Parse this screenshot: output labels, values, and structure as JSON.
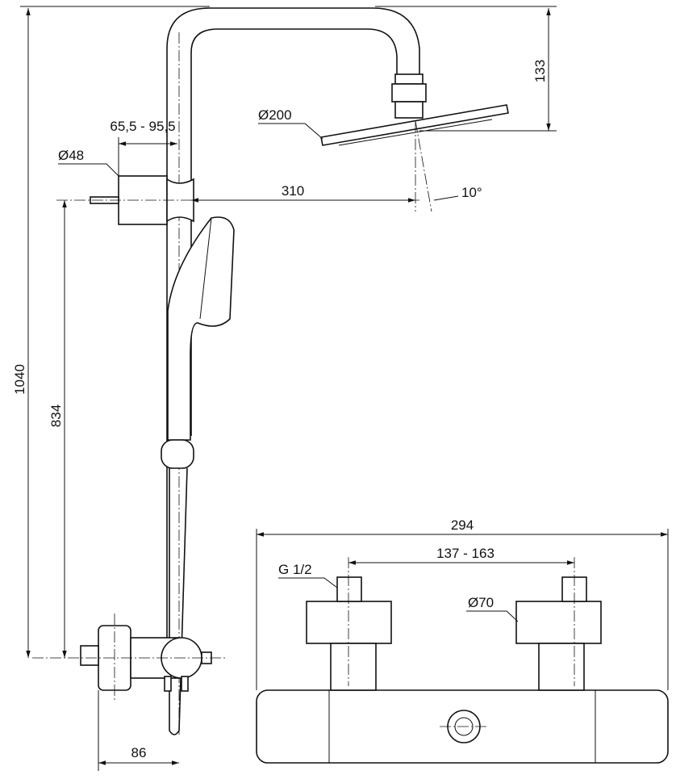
{
  "drawing": {
    "dimensions": {
      "total_height": "1040",
      "outlet_height": "834",
      "head_drop": "133",
      "wall_offset_range": "65,5 - 95,5",
      "bracket_diameter": "Ø48",
      "arm_reach": "310",
      "head_tilt": "10°",
      "head_diameter": "Ø200",
      "mixer_depth": "86",
      "mixer_width": "294",
      "inlet_spacing": "137 - 163",
      "thread_size": "G 1/2",
      "cap_diameter": "Ø70"
    }
  }
}
